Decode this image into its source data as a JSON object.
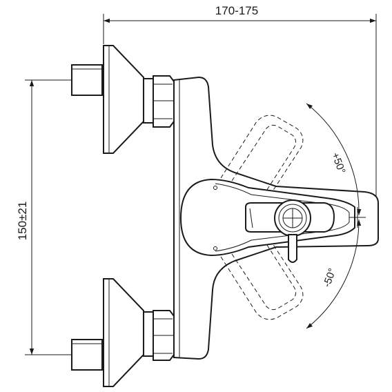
{
  "dimensions": {
    "width_label": "170-175",
    "height_label": "150±21"
  },
  "rotation": {
    "plus_label": "+50°",
    "minus_label": "-50°"
  },
  "colors": {
    "line": "#1a1a1a",
    "background": "#ffffff"
  }
}
